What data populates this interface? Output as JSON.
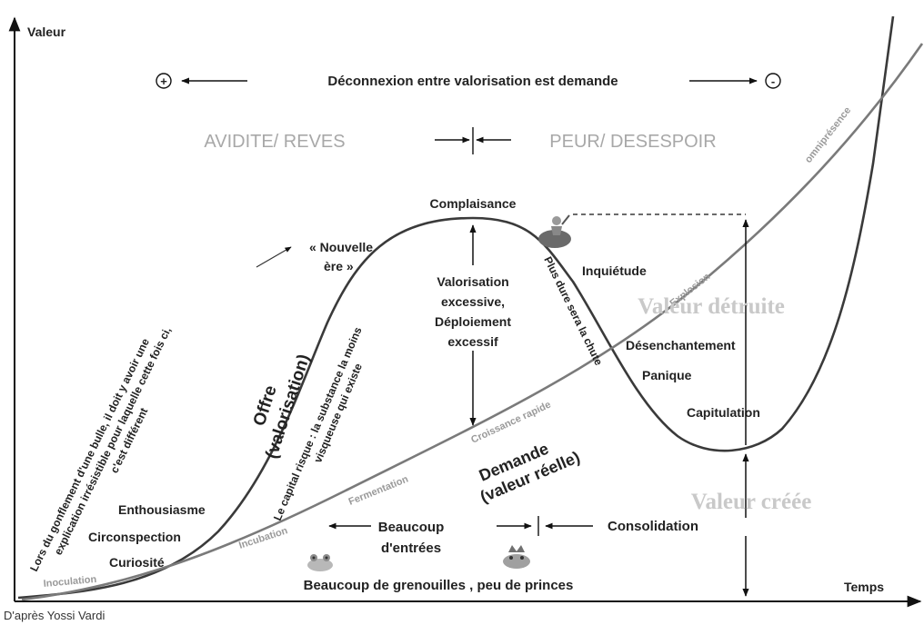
{
  "axes": {
    "y_label": "Valeur",
    "x_label": "Temps"
  },
  "header": {
    "plus_symbol": "+",
    "minus_symbol": "-",
    "disconnection": "Déconnexion entre valorisation est demande",
    "greed": "AVIDITE/ REVES",
    "fear": "PEUR/ DESESPOIR"
  },
  "curves": {
    "offer_line1": "Offre",
    "offer_line2": "(valorisation)",
    "demand_line1": "Demande",
    "demand_line2": "(valeur réelle)"
  },
  "phases": {
    "inoculation": "Inoculation",
    "incubation": "Incubation",
    "fermentation": "Fermentation",
    "croissance": "Croissance rapide",
    "explosion": "Explosion",
    "omnipresence": "omniprésence"
  },
  "stages": {
    "curiosite": "Curiosité",
    "circonspection": "Circonspection",
    "enthousiasme": "Enthousiasme",
    "nouvelle_ere_1": "« Nouvelle",
    "nouvelle_ere_2": "ère »",
    "complaisance": "Complaisance",
    "inquietude": "Inquiétude",
    "desenchantement": "Désenchantement",
    "panique": "Panique",
    "capitulation": "Capitulation",
    "consolidation": "Consolidation"
  },
  "annotations": {
    "bubble_1": "Lors du gonflement d'une bulle, il doit y avoir une",
    "bubble_2": "explication irrésistible pour laquelle cette fois ci,",
    "bubble_3": "c'est différent",
    "capital_1": "Le capital risque : la substance la moins",
    "capital_2": "visqueuse qui existe",
    "fall": "Plus dure sera la chute",
    "overvaluation_1": "Valorisation",
    "overvaluation_2": "excessive,",
    "overvaluation_3": "Déploiement",
    "overvaluation_4": "excessif",
    "destroyed": "Valeur détruite",
    "created": "Valeur créée",
    "entries_1": "Beaucoup",
    "entries_2": "d'entrées",
    "frogs": "Beaucoup de grenouilles , peu de princes"
  },
  "credit": "D'après Yossi Vardi",
  "colors": {
    "curve": "#3a3a3a",
    "demand": "#7a7a7a",
    "text": "#222222",
    "faded": "#a8a8a8"
  },
  "icons": [
    "frog-icon",
    "frog-prince-icon",
    "falling-person-icon"
  ]
}
